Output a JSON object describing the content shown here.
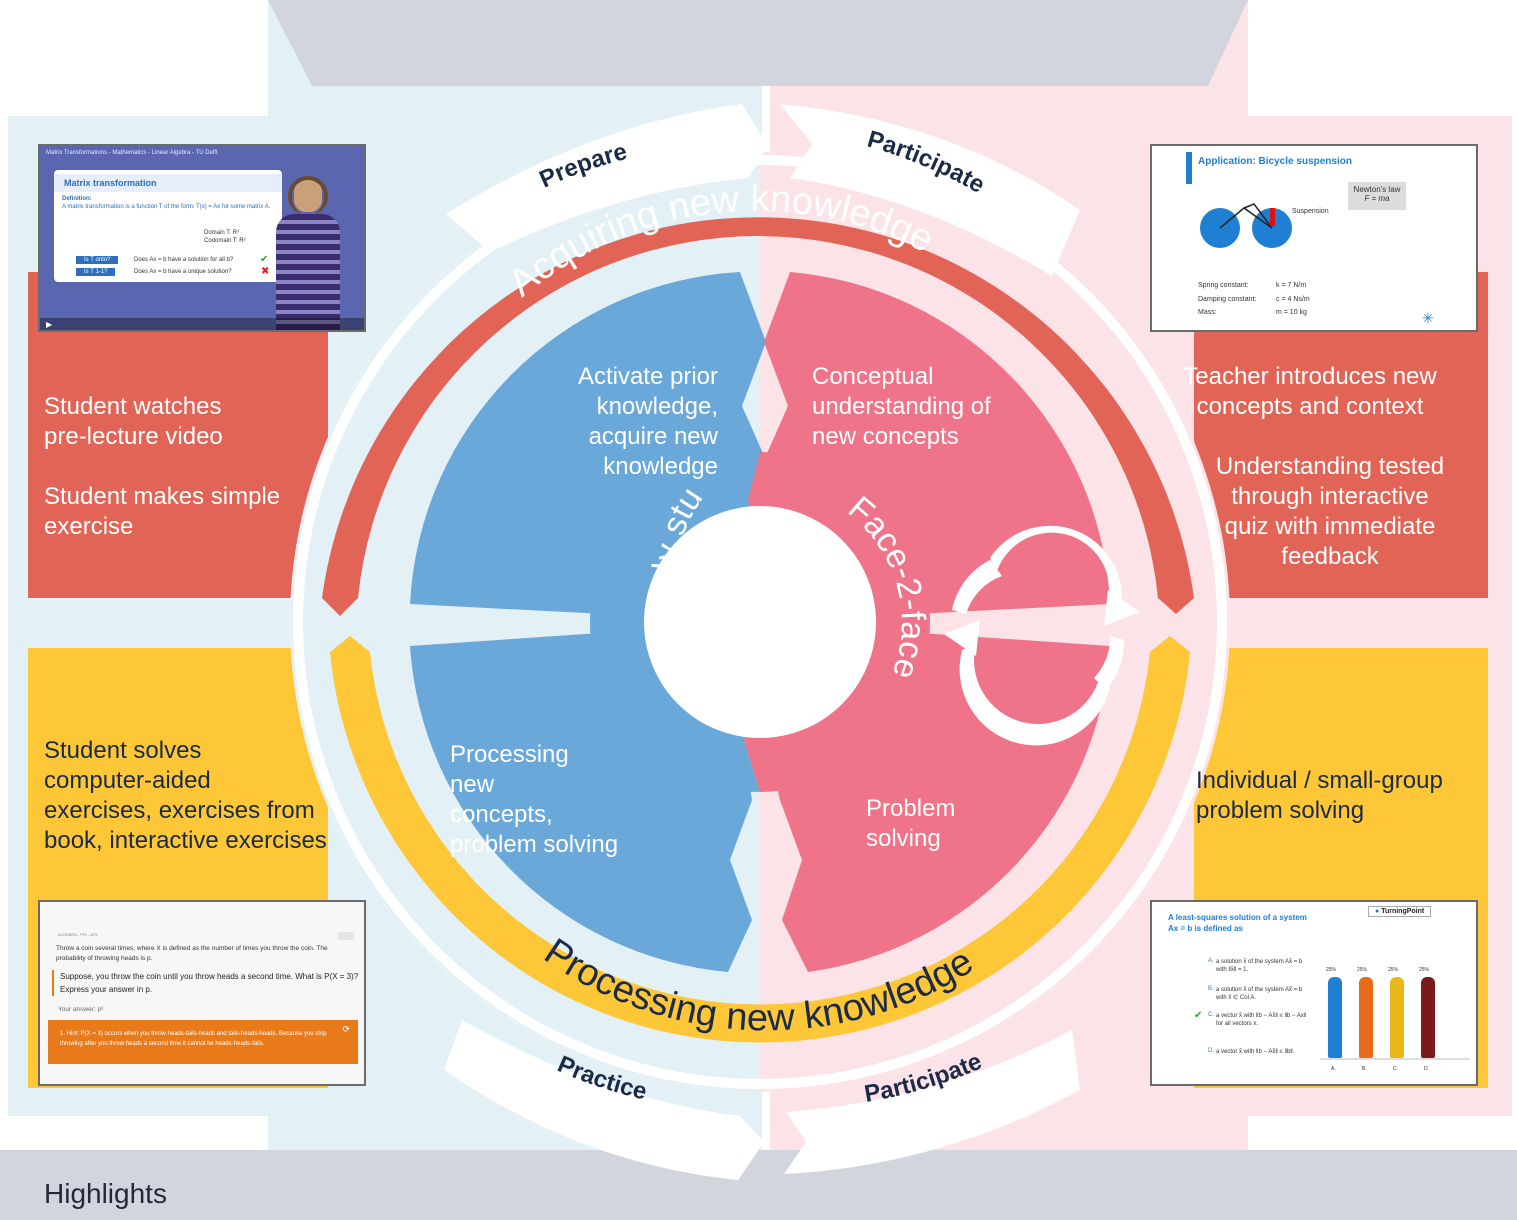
{
  "phases": {
    "prepare": "Prepare",
    "participate_top": "Participate",
    "practice": "Practice",
    "participate_bottom": "Participate"
  },
  "rings": {
    "acquiring": "Acquiring new knowledge",
    "processing": "Processing new knowledge"
  },
  "inner": {
    "self_study": "Self-study student",
    "face2face": "Face-2-face"
  },
  "quadrants": {
    "top_left": "Activate prior\nknowledge,\nacquire new\nknowledge",
    "top_right": "Conceptual\nunderstanding of\nnew concepts",
    "bottom_left": "Processing\nnew\nconcepts,\nproblem solving",
    "bottom_right": "Problem\nsolving"
  },
  "sides": {
    "left_top_1": "Student watches\npre-lecture video",
    "left_top_2": "Student makes simple\nexercise",
    "right_top_1": "Teacher introduces new\nconcepts and context",
    "right_top_2": "Understanding tested\nthrough interactive\nquiz with immediate\nfeedback",
    "left_bottom": "Student solves\ncomputer-aided\nexercises, exercises from\nbook, interactive exercises",
    "right_bottom": "Individual / small-group\nproblem solving"
  },
  "highlights": "Highlights",
  "thumbs": {
    "video": {
      "title_bar": "Matrix Transformations - Mathematics - Linear Algebra - TU Delft",
      "slide_title": "Matrix transformation",
      "definition": "Definition:",
      "def_text": "A matrix transformation is a function T of the form: T(x) = Ax for some matrix A.",
      "domain": "Domain T: R³",
      "codomain": "Codomain T: R²",
      "q1": "Is T onto?",
      "q1b": "Does Ax = b have a solution for all b?",
      "q2": "Is T 1-1?",
      "q2b": "Does Ax = b have a unique solution?"
    },
    "bicycle": {
      "title": "Application: Bicycle suspension",
      "newton": "Newton's law",
      "formula": "F = ma",
      "suspension": "Suspension",
      "rows": [
        {
          "label": "Spring constant:",
          "value": "k = 7 N/m"
        },
        {
          "label": "Damping constant:",
          "value": "c = 4 Ns/m"
        },
        {
          "label": "Mass:",
          "value": "m = 10 kg"
        }
      ]
    },
    "coin": {
      "tag": "ALGEBRA - PRI - ATS",
      "line1": "Throw a coin several times, where X is defined as the number of times you throw the coin. The probability of throwing heads is p.",
      "question": "Suppose, you throw the coin until you throw heads a second time. What is P(X = 3)? Express your answer in p.",
      "answer": "Your answer: p²",
      "hint": "1. Hint: P(X = 3) occurs when you throw heads-tails-heads and tails-heads-heads. Because you stop throwing after you throw heads a second time it cannot be heads-heads-tails."
    },
    "quiz": {
      "title": "A least-squares solution of a system Ax = b is defined as",
      "brand": "TurningPoint",
      "options": [
        {
          "letter": "A.",
          "text": "a solution x̂ of the system Ax̂ = b with ‖x̂‖ = 1."
        },
        {
          "letter": "B.",
          "text": "a solution x̂ of the system Ax̂ = b with x̂ ∈ Col A."
        },
        {
          "letter": "C.",
          "text": "a vector x̂ with ‖b − Ax̂‖ ≤ ‖b − Ax‖ for all vectors x."
        },
        {
          "letter": "D.",
          "text": "a vector x̂ with ‖b − Ax̂‖ ≤ ‖b‖."
        }
      ],
      "bars": [
        {
          "label": "A.",
          "pct": "25%",
          "value": 25,
          "color": "#1f7fd3"
        },
        {
          "label": "B.",
          "pct": "25%",
          "value": 25,
          "color": "#e86a1a"
        },
        {
          "label": "C.",
          "pct": "25%",
          "value": 25,
          "color": "#e8b81a"
        },
        {
          "label": "D.",
          "pct": "25%",
          "value": 25,
          "color": "#7a1a1a"
        }
      ]
    }
  },
  "colors": {
    "blue_light": "#e3f1f7",
    "pink_light": "#fbe3e7",
    "red": "#e16456",
    "yellow": "#fdc737",
    "blue": "#6aa8da",
    "pink": "#f07489",
    "gray": "#d2d5dd",
    "navy": "#1b2a48"
  }
}
